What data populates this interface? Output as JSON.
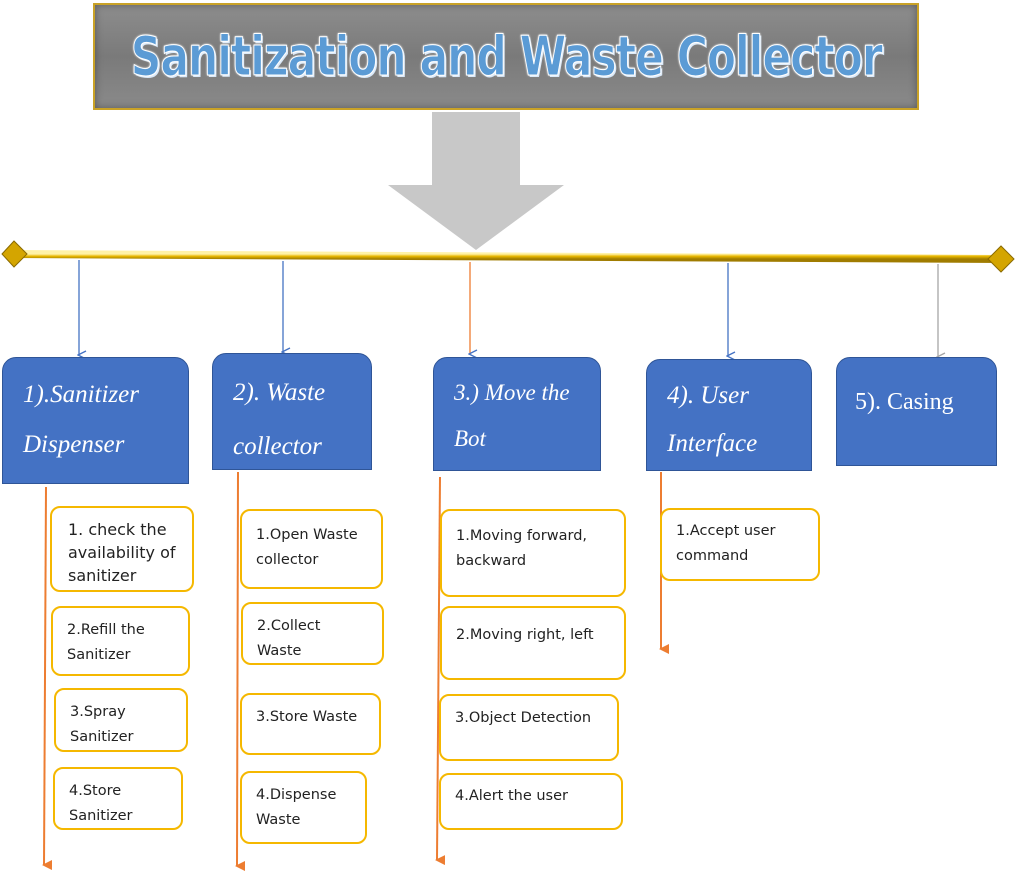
{
  "title": "Sanitization and Waste Collector",
  "colors": {
    "title_text": "#5b9bd5",
    "bar": "#e8b800",
    "category_fill": "#4472c4",
    "task_border": "#f5b800",
    "blue_arrow": "#4472c4",
    "orange_arrow": "#ed7d31",
    "gray_arrow": "#a6a6a6"
  },
  "categories": [
    {
      "label": "1).Sanitizer Dispenser",
      "tasks": [
        "1. check the availability of sanitizer",
        "2.Refill the Sanitizer",
        "3.Spray Sanitizer",
        "4.Store Sanitizer"
      ]
    },
    {
      "label": "2). Waste collector",
      "tasks": [
        "1.Open Waste collector",
        "2.Collect Waste",
        "3.Store Waste",
        "4.Dispense Waste"
      ]
    },
    {
      "label": "3.) Move the Bot",
      "tasks": [
        "1.Moving forward, backward",
        "2.Moving right, left",
        "3.Object Detection",
        "4.Alert the user"
      ]
    },
    {
      "label": "4). User Interface",
      "tasks": [
        "1.Accept user command"
      ]
    },
    {
      "label": "5). Casing",
      "tasks": []
    }
  ]
}
